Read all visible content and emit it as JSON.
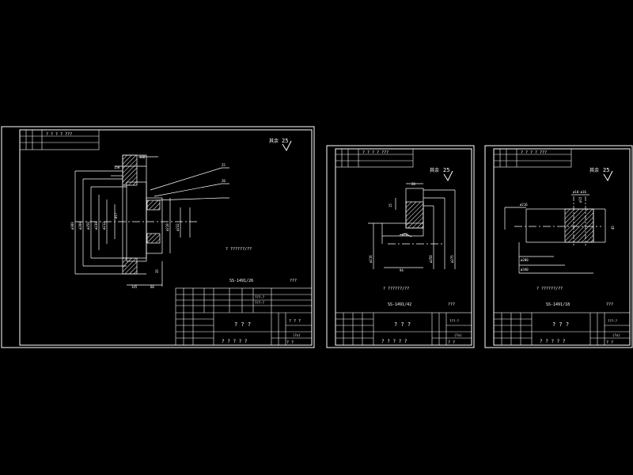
{
  "colors": {
    "background": "#000000",
    "lines": "#ffffff",
    "hatch": "#ffffff"
  },
  "sheets": [
    {
      "header_text": "? ? ? ? ???",
      "roughness_label": "其余",
      "roughness_value": "25",
      "tech_note": "? ??????/??",
      "part_code": "SS-1491/26",
      "part_code_suffix": "???",
      "title_cells": [
        "? ? ?",
        "???-?",
        "???-?",
        "(?x)",
        "? ? ? ? ?",
        "? ?",
        "? ? ?"
      ],
      "dims": [
        "160",
        "25",
        "150",
        "ø380",
        "ø280",
        "ø250",
        "ø230",
        "ø212",
        "ø1?",
        "ø218",
        "ø232",
        "35",
        "20",
        "145",
        "60"
      ]
    },
    {
      "header_text": "? ? ? ? ???",
      "roughness_label": "其余",
      "roughness_value": "25",
      "tech_note": "? ??????/??",
      "part_code": "SS-1491/42",
      "part_code_suffix": "???",
      "title_cells": [
        "? ? ?",
        "???-?",
        "(?x)",
        "? ? ? ? ?",
        "? ?"
      ],
      "dims": [
        "20",
        "15",
        "ø216",
        "ø258",
        "ø16",
        "ø275",
        "94"
      ]
    },
    {
      "header_text": "? ? ? ? ???",
      "roughness_label": "其余",
      "roughness_value": "25",
      "tech_note": "? ??????/??",
      "part_code": "SS-1491/18",
      "part_code_suffix": "???",
      "title_cells": [
        "? ? ?",
        "???-?",
        "(?x)",
        "? ? ? ? ?",
        "? ?"
      ],
      "dims": [
        "ø10-ø16",
        "ø15",
        "ø216",
        "ø280",
        "ø340",
        "45"
      ]
    }
  ]
}
